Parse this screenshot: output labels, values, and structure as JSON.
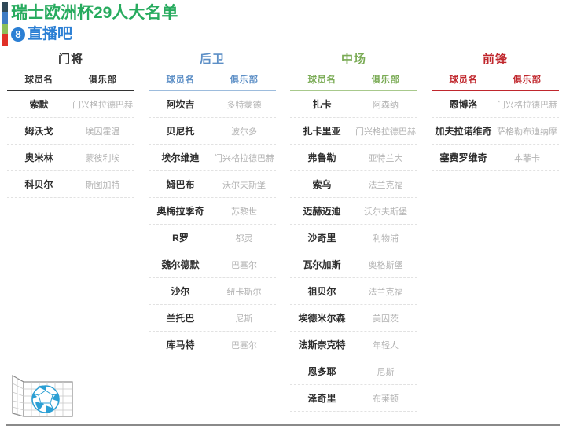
{
  "header": {
    "title": "瑞士欧洲杯29人大名单",
    "brand_mark": "8",
    "brand_text": "直播吧",
    "title_color": "#27ab5e",
    "brand_color": "#2b7fd4",
    "accent_colors": [
      "#2f4858",
      "#3f7cc4",
      "#8cbf5a",
      "#e03127"
    ]
  },
  "columns": [
    {
      "key": "goalkeeper",
      "title": "门将",
      "color": "#333333",
      "headers": {
        "player": "球员名",
        "club": "俱乐部"
      },
      "rows": [
        {
          "player": "索默",
          "club": "门兴格拉德巴赫"
        },
        {
          "player": "姆沃戈",
          "club": "埃因霍温"
        },
        {
          "player": "奥米林",
          "club": "蒙彼利埃"
        },
        {
          "player": "科贝尔",
          "club": "斯图加特"
        }
      ]
    },
    {
      "key": "defender",
      "title": "后卫",
      "color": "#5d8fc6",
      "headers": {
        "player": "球员名",
        "club": "俱乐部"
      },
      "rows": [
        {
          "player": "阿坎吉",
          "club": "多特蒙德"
        },
        {
          "player": "贝尼托",
          "club": "波尔多"
        },
        {
          "player": "埃尔维迪",
          "club": "门兴格拉德巴赫"
        },
        {
          "player": "姆巴布",
          "club": "沃尔夫斯堡"
        },
        {
          "player": "奥梅拉季奇",
          "club": "苏黎世"
        },
        {
          "player": "R罗",
          "club": "都灵"
        },
        {
          "player": "魏尔德默",
          "club": "巴塞尔"
        },
        {
          "player": "沙尔",
          "club": "纽卡斯尔"
        },
        {
          "player": "兰托巴",
          "club": "尼斯"
        },
        {
          "player": "库马特",
          "club": "巴塞尔"
        }
      ]
    },
    {
      "key": "midfield",
      "title": "中场",
      "color": "#7aab55",
      "headers": {
        "player": "球员名",
        "club": "俱乐部"
      },
      "rows": [
        {
          "player": "扎卡",
          "club": "阿森纳"
        },
        {
          "player": "扎卡里亚",
          "club": "门兴格拉德巴赫"
        },
        {
          "player": "弗鲁勒",
          "club": "亚特兰大"
        },
        {
          "player": "索乌",
          "club": "法兰克福"
        },
        {
          "player": "迈赫迈迪",
          "club": "沃尔夫斯堡"
        },
        {
          "player": "沙奇里",
          "club": "利物浦"
        },
        {
          "player": "瓦尔加斯",
          "club": "奥格斯堡"
        },
        {
          "player": "祖贝尔",
          "club": "法兰克福"
        },
        {
          "player": "埃德米尔森",
          "club": "美因茨"
        },
        {
          "player": "法斯奈克特",
          "club": "年轻人"
        },
        {
          "player": "恩多耶",
          "club": "尼斯"
        },
        {
          "player": "泽奇里",
          "club": "布莱顿"
        }
      ]
    },
    {
      "key": "forward",
      "title": "前锋",
      "color": "#c0272d",
      "headers": {
        "player": "球员名",
        "club": "俱乐部"
      },
      "rows": [
        {
          "player": "恩博洛",
          "club": "门兴格拉德巴赫"
        },
        {
          "player": "加夫拉诺维奇",
          "club": "萨格勒布迪纳摩"
        },
        {
          "player": "塞费罗维奇",
          "club": "本菲卡"
        }
      ]
    }
  ],
  "footer": {
    "icon": "soccer-goal-icon"
  }
}
